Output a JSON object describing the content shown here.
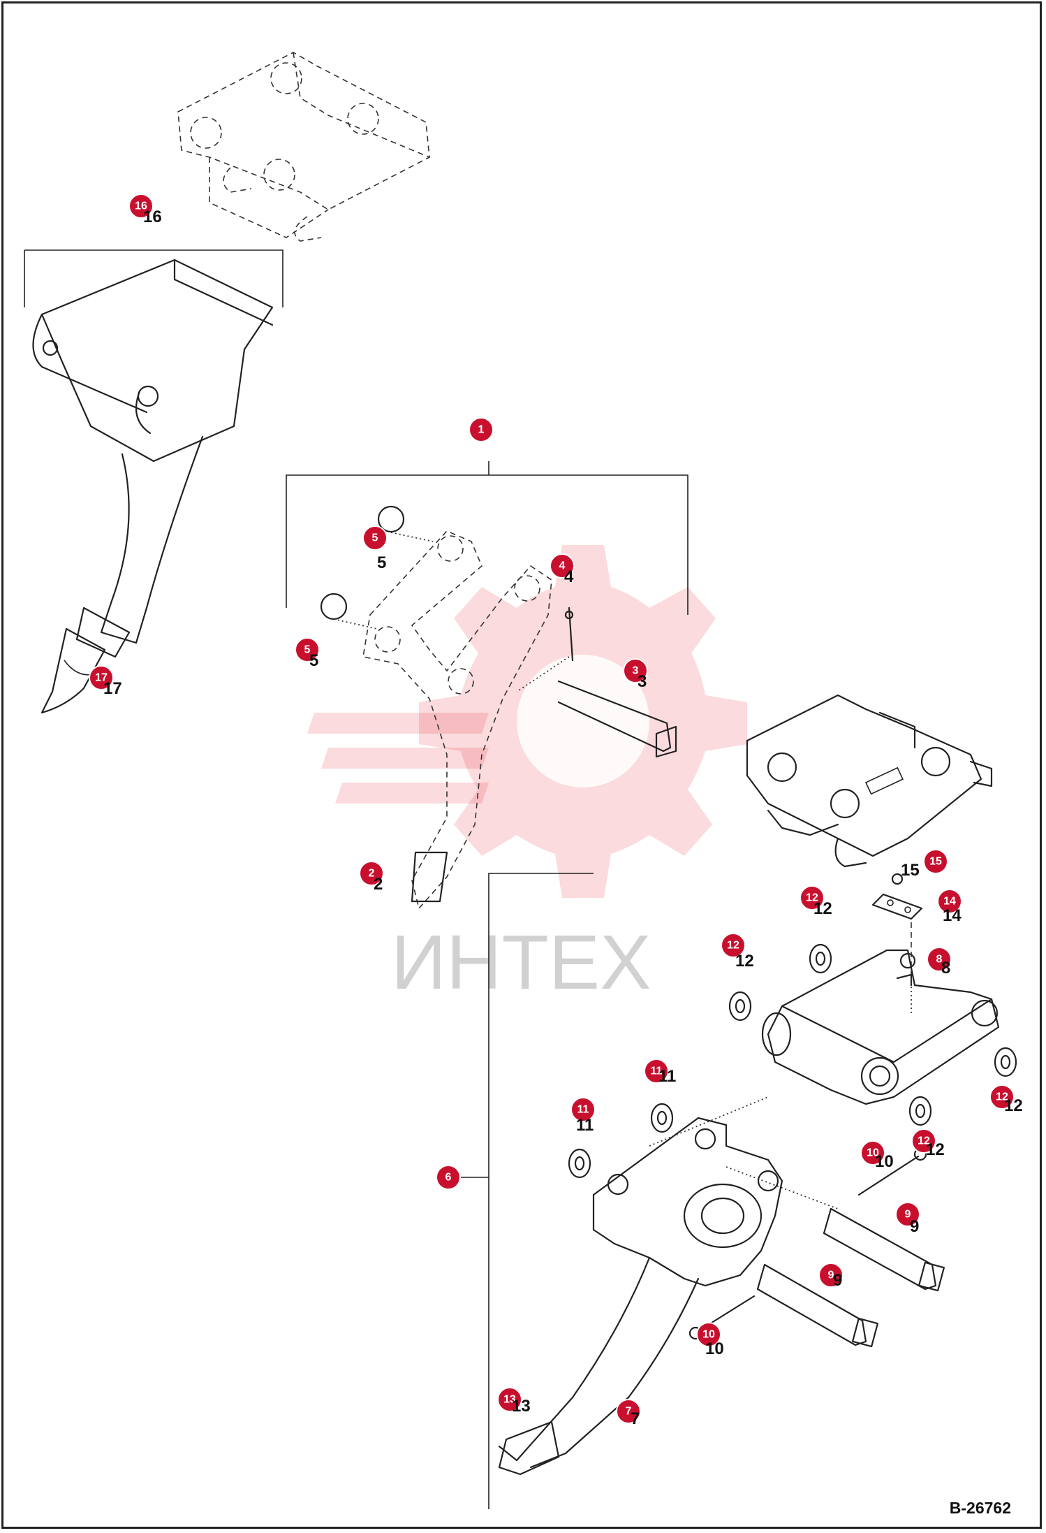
{
  "drawing_code": "B-26762",
  "watermark_text": "ИНТЕХ",
  "colors": {
    "bubble": "#c8102e",
    "watermark": "#e8202a",
    "line": "#222222"
  },
  "callouts": [
    {
      "id": "c16",
      "num": "16",
      "label": "16"
    },
    {
      "id": "c17",
      "num": "17",
      "label": "17"
    },
    {
      "id": "c1",
      "num": "1",
      "label": ""
    },
    {
      "id": "c5a",
      "num": "5",
      "label": "5"
    },
    {
      "id": "c5b",
      "num": "5",
      "label": "5"
    },
    {
      "id": "c4",
      "num": "4",
      "label": "4"
    },
    {
      "id": "c3",
      "num": "3",
      "label": "3"
    },
    {
      "id": "c2",
      "num": "2",
      "label": "2"
    },
    {
      "id": "c15",
      "num": "15",
      "label": "15"
    },
    {
      "id": "c14",
      "num": "14",
      "label": "14"
    },
    {
      "id": "c12a",
      "num": "12",
      "label": "12"
    },
    {
      "id": "c12b",
      "num": "12",
      "label": "12"
    },
    {
      "id": "c8",
      "num": "8",
      "label": "8"
    },
    {
      "id": "c12c",
      "num": "12",
      "label": "12"
    },
    {
      "id": "c12d",
      "num": "12",
      "label": "12"
    },
    {
      "id": "c11a",
      "num": "11",
      "label": "11"
    },
    {
      "id": "c11b",
      "num": "11",
      "label": "11"
    },
    {
      "id": "c6",
      "num": "6",
      "label": ""
    },
    {
      "id": "c10a",
      "num": "10",
      "label": "10"
    },
    {
      "id": "c9a",
      "num": "9",
      "label": "9"
    },
    {
      "id": "c9b",
      "num": "9",
      "label": "9"
    },
    {
      "id": "c10b",
      "num": "10",
      "label": "10"
    },
    {
      "id": "c13",
      "num": "13",
      "label": "13"
    },
    {
      "id": "c7",
      "num": "7",
      "label": "7"
    }
  ]
}
